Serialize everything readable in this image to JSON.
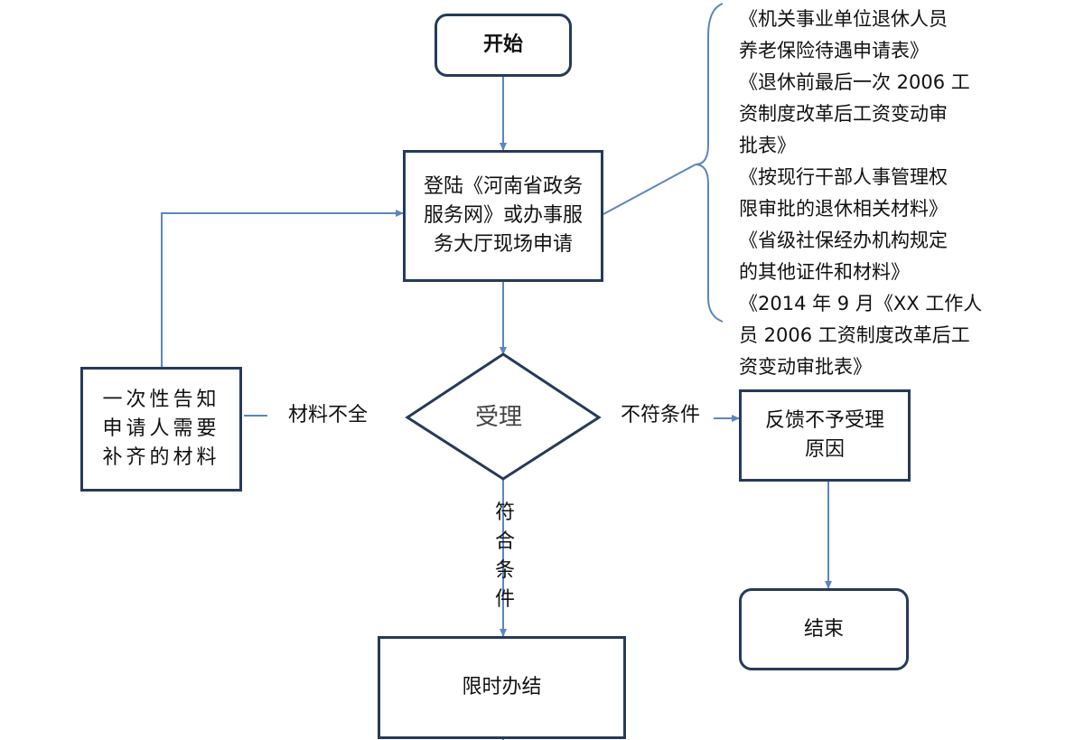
{
  "nodes": {
    "start": "开始",
    "login": "登陆《河南省政务服务网》或办事服务大厅现场申请",
    "accept": "受理",
    "notify": "一次性告知申请人需要补齐的材料",
    "feedback": "反馈不予受理原因",
    "end": "结束",
    "finish": "限时办结"
  },
  "labels": {
    "incomplete": "材料不全",
    "not_eligible": "不符条件",
    "eligible": "符合条件"
  },
  "documents": [
    "《机关事业单位退休人员",
    "养老保险待遇申请表》",
    "《退休前最后一次 2006 工",
    "资制度改革后工资变动审",
    "批表》",
    "《按现行干部人事管理权",
    "限审批的退休相关材料》",
    "《省级社保经办机构规定",
    "的其他证件和材料》",
    "《2014 年 9 月《XX 工作人",
    "员 2006 工资制度改革后工",
    "资变动审批表》"
  ],
  "colors": {
    "border": "#263a5a",
    "line": "#5b86bf"
  }
}
